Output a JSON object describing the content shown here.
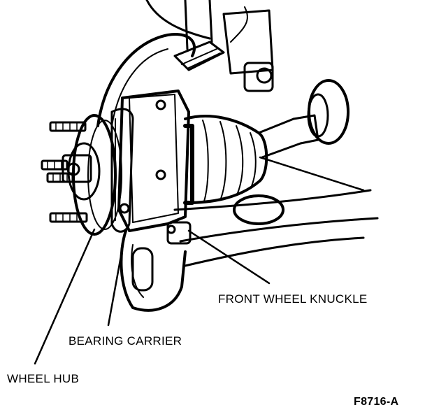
{
  "labels": {
    "front_wheel_knuckle": "FRONT WHEEL KNUCKLE",
    "bearing_carrier": "BEARING CARRIER",
    "wheel_hub": "WHEEL HUB"
  },
  "figure_code": "F8716-A",
  "colors": {
    "ink": "#000000",
    "background": "#ffffff"
  }
}
